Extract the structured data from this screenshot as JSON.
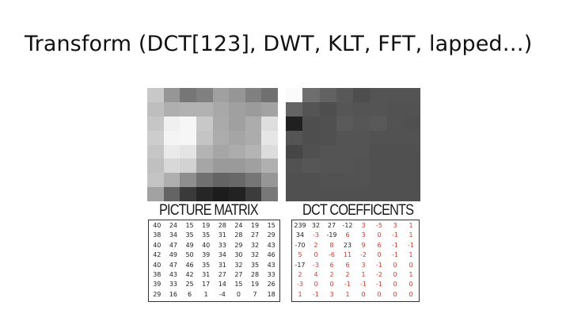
{
  "slide": {
    "title": "Transform (DCT[123], DWT, KLT, FFT, lapped…)"
  },
  "figure": {
    "pixel_caption": "PICTURE MATRIX",
    "dct_caption": "DCT COEFFICENTS",
    "pixel_matrix": [
      [
        "40",
        "24",
        "15",
        "19",
        "28",
        "24",
        "19",
        "15"
      ],
      [
        "38",
        "34",
        "35",
        "35",
        "31",
        "28",
        "27",
        "29"
      ],
      [
        "40",
        "47",
        "49",
        "40",
        "33",
        "29",
        "32",
        "43"
      ],
      [
        "42",
        "49",
        "50",
        "39",
        "34",
        "30",
        "32",
        "46"
      ],
      [
        "40",
        "47",
        "46",
        "35",
        "31",
        "32",
        "35",
        "43"
      ],
      [
        "38",
        "43",
        "42",
        "31",
        "27",
        "27",
        "28",
        "33"
      ],
      [
        "39",
        "33",
        "25",
        "17",
        "14",
        "15",
        "19",
        "26"
      ],
      [
        "29",
        "16",
        "6",
        "1",
        "-4",
        "0",
        "7",
        "18"
      ]
    ],
    "dct_matrix": [
      [
        "239",
        "32",
        "27",
        "-12",
        "3",
        "-5",
        "3",
        "1"
      ],
      [
        "34",
        "-3",
        "-19",
        "6",
        "3",
        "0",
        "-1",
        "1"
      ],
      [
        "-70",
        "2",
        "8",
        "23",
        "9",
        "6",
        "-1",
        "-1"
      ],
      [
        "5",
        "0",
        "-6",
        "11",
        "-2",
        "0",
        "-1",
        "1"
      ],
      [
        "-17",
        "-3",
        "6",
        "6",
        "3",
        "-1",
        "0",
        "0"
      ],
      [
        "2",
        "4",
        "2",
        "2",
        "1",
        "-2",
        "0",
        "1"
      ],
      [
        "-3",
        "0",
        "0",
        "-1",
        "-1",
        "-1",
        "0",
        "0"
      ],
      [
        "1",
        "-1",
        "3",
        "1",
        "0",
        "0",
        "0",
        "0"
      ]
    ],
    "dct_red_cells": [
      [
        0,
        4
      ],
      [
        0,
        5
      ],
      [
        0,
        6
      ],
      [
        0,
        7
      ],
      [
        1,
        1
      ],
      [
        1,
        3
      ],
      [
        1,
        4
      ],
      [
        1,
        5
      ],
      [
        1,
        6
      ],
      [
        1,
        7
      ],
      [
        2,
        1
      ],
      [
        2,
        2
      ],
      [
        2,
        4
      ],
      [
        2,
        5
      ],
      [
        2,
        6
      ],
      [
        2,
        7
      ],
      [
        3,
        0
      ],
      [
        3,
        1
      ],
      [
        3,
        2
      ],
      [
        3,
        3
      ],
      [
        3,
        4
      ],
      [
        3,
        5
      ],
      [
        3,
        6
      ],
      [
        3,
        7
      ],
      [
        4,
        1
      ],
      [
        4,
        2
      ],
      [
        4,
        3
      ],
      [
        4,
        4
      ],
      [
        4,
        5
      ],
      [
        4,
        6
      ],
      [
        4,
        7
      ],
      [
        5,
        0
      ],
      [
        5,
        1
      ],
      [
        5,
        2
      ],
      [
        5,
        3
      ],
      [
        5,
        4
      ],
      [
        5,
        5
      ],
      [
        5,
        6
      ],
      [
        5,
        7
      ],
      [
        6,
        0
      ],
      [
        6,
        1
      ],
      [
        6,
        2
      ],
      [
        6,
        3
      ],
      [
        6,
        4
      ],
      [
        6,
        5
      ],
      [
        6,
        6
      ],
      [
        6,
        7
      ],
      [
        7,
        0
      ],
      [
        7,
        1
      ],
      [
        7,
        2
      ],
      [
        7,
        3
      ],
      [
        7,
        4
      ],
      [
        7,
        5
      ],
      [
        7,
        6
      ],
      [
        7,
        7
      ]
    ],
    "red_color": "#d8372c",
    "pixel_grid_gray": [
      [
        200,
        150,
        118,
        128,
        160,
        150,
        128,
        112
      ],
      [
        190,
        175,
        178,
        178,
        168,
        160,
        155,
        162
      ],
      [
        198,
        240,
        246,
        200,
        170,
        160,
        172,
        222
      ],
      [
        205,
        244,
        246,
        196,
        172,
        165,
        172,
        230
      ],
      [
        198,
        234,
        228,
        180,
        166,
        172,
        180,
        220
      ],
      [
        192,
        216,
        210,
        166,
        154,
        154,
        160,
        176
      ],
      [
        196,
        175,
        142,
        112,
        100,
        104,
        118,
        150
      ],
      [
        162,
        100,
        58,
        38,
        28,
        34,
        60,
        120
      ]
    ],
    "dct_grid_gray": [
      [
        250,
        110,
        98,
        88,
        78,
        84,
        84,
        84
      ],
      [
        100,
        84,
        78,
        86,
        84,
        84,
        82,
        82
      ],
      [
        32,
        78,
        80,
        90,
        86,
        88,
        82,
        80
      ],
      [
        84,
        78,
        80,
        84,
        84,
        82,
        82,
        82
      ],
      [
        70,
        80,
        84,
        84,
        84,
        80,
        80,
        80
      ],
      [
        82,
        86,
        84,
        84,
        82,
        80,
        80,
        80
      ],
      [
        80,
        80,
        82,
        82,
        82,
        80,
        80,
        80
      ],
      [
        80,
        80,
        80,
        80,
        80,
        80,
        80,
        80
      ]
    ]
  }
}
